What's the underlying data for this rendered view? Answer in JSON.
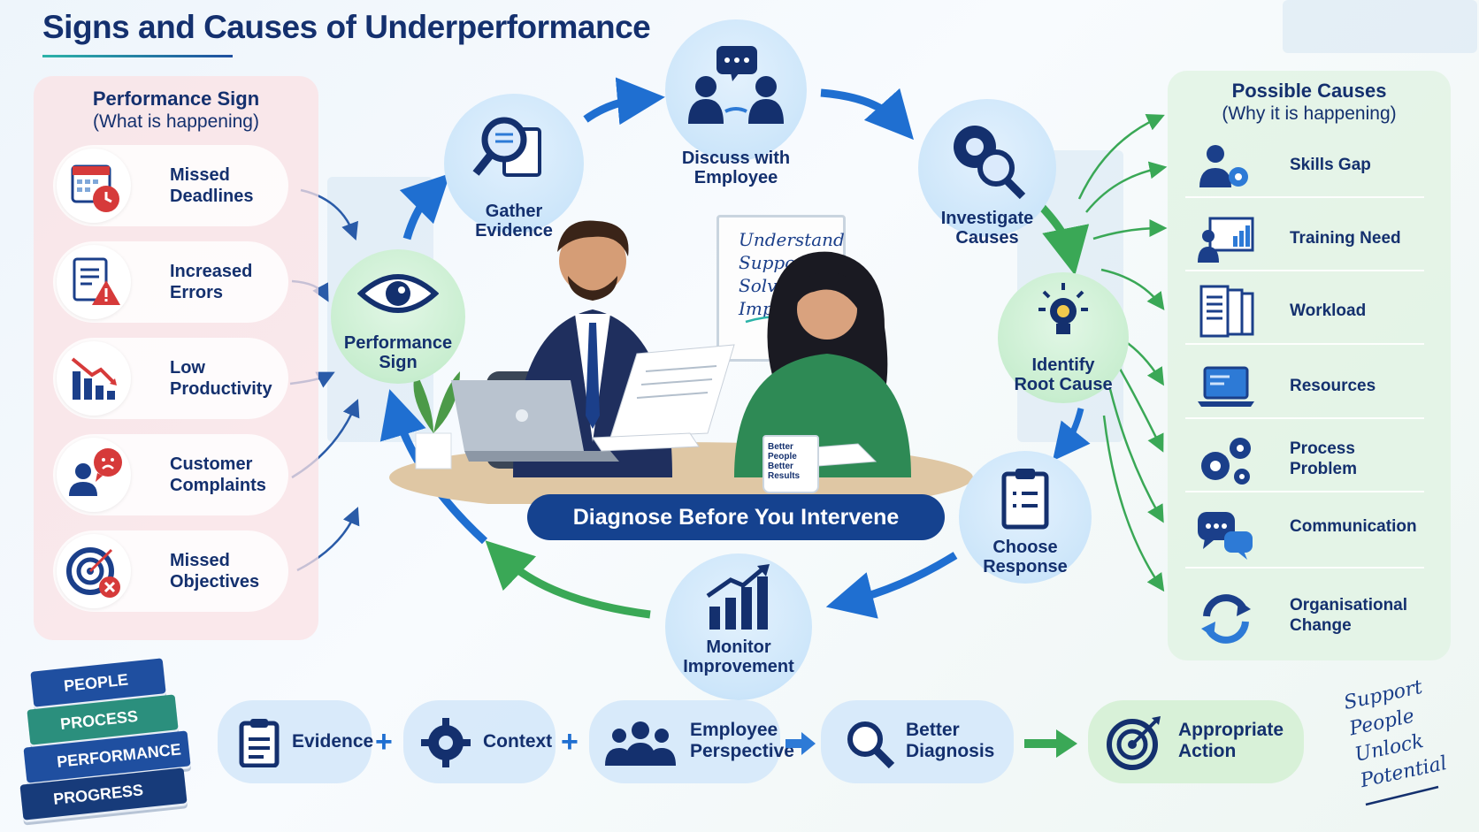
{
  "title": "Signs and Causes of Underperformance",
  "left_panel": {
    "title": "Performance Sign",
    "subtitle": "(What is happening)",
    "items": [
      {
        "line1": "Missed",
        "line2": "Deadlines",
        "icon": "calendar-clock-icon"
      },
      {
        "line1": "Increased",
        "line2": "Errors",
        "icon": "document-warning-icon"
      },
      {
        "line1": "Low",
        "line2": "Productivity",
        "icon": "declining-chart-icon"
      },
      {
        "line1": "Customer",
        "line2": "Complaints",
        "icon": "unhappy-customer-icon"
      },
      {
        "line1": "Missed",
        "line2": "Objectives",
        "icon": "target-miss-icon"
      }
    ]
  },
  "right_panel": {
    "title": "Possible Causes",
    "subtitle": "(Why it is happening)",
    "items": [
      {
        "line1": "Skills Gap",
        "line2": "",
        "icon": "person-gear-icon"
      },
      {
        "line1": "Training Need",
        "line2": "",
        "icon": "training-board-icon"
      },
      {
        "line1": "Workload",
        "line2": "",
        "icon": "document-stack-icon"
      },
      {
        "line1": "Resources",
        "line2": "",
        "icon": "laptop-icon"
      },
      {
        "line1": "Process Problem",
        "line2": "",
        "icon": "gears-icon"
      },
      {
        "line1": "Communication",
        "line2": "",
        "icon": "speech-bubbles-icon"
      },
      {
        "line1": "Organisational",
        "line2": "Change",
        "icon": "refresh-cycle-icon"
      }
    ]
  },
  "cycle": {
    "performance_sign": {
      "line1": "Performance",
      "line2": "Sign"
    },
    "gather_evidence": {
      "line1": "Gather",
      "line2": "Evidence"
    },
    "discuss": {
      "line1": "Discuss with",
      "line2": "Employee"
    },
    "investigate": {
      "line1": "Investigate",
      "line2": "Causes"
    },
    "identify": {
      "line1": "Identify",
      "line2": "Root Cause"
    },
    "choose": {
      "line1": "Choose",
      "line2": "Response"
    },
    "monitor": {
      "line1": "Monitor",
      "line2": "Improvement"
    }
  },
  "whiteboard": [
    "Understand",
    "Support",
    "Solve",
    "Improve"
  ],
  "mug": [
    "Better",
    "People",
    "Better",
    "Results"
  ],
  "banner": "Diagnose Before You Intervene",
  "formula": {
    "evidence": "Evidence",
    "context": "Context",
    "employee_line1": "Employee",
    "employee_line2": "Perspective",
    "diagnosis_line1": "Better",
    "diagnosis_line2": "Diagnosis",
    "action_line1": "Appropriate",
    "action_line2": "Action",
    "plus": "+"
  },
  "books": [
    "PEOPLE",
    "PROCESS",
    "PERFORMANCE",
    "PROGRESS"
  ],
  "handwritten": [
    "Support",
    "People",
    "Unlock",
    "Potential"
  ],
  "colors": {
    "navy": "#14306e",
    "blue": "#1f6fd1",
    "green": "#3aa856",
    "red": "#d63a3a"
  }
}
